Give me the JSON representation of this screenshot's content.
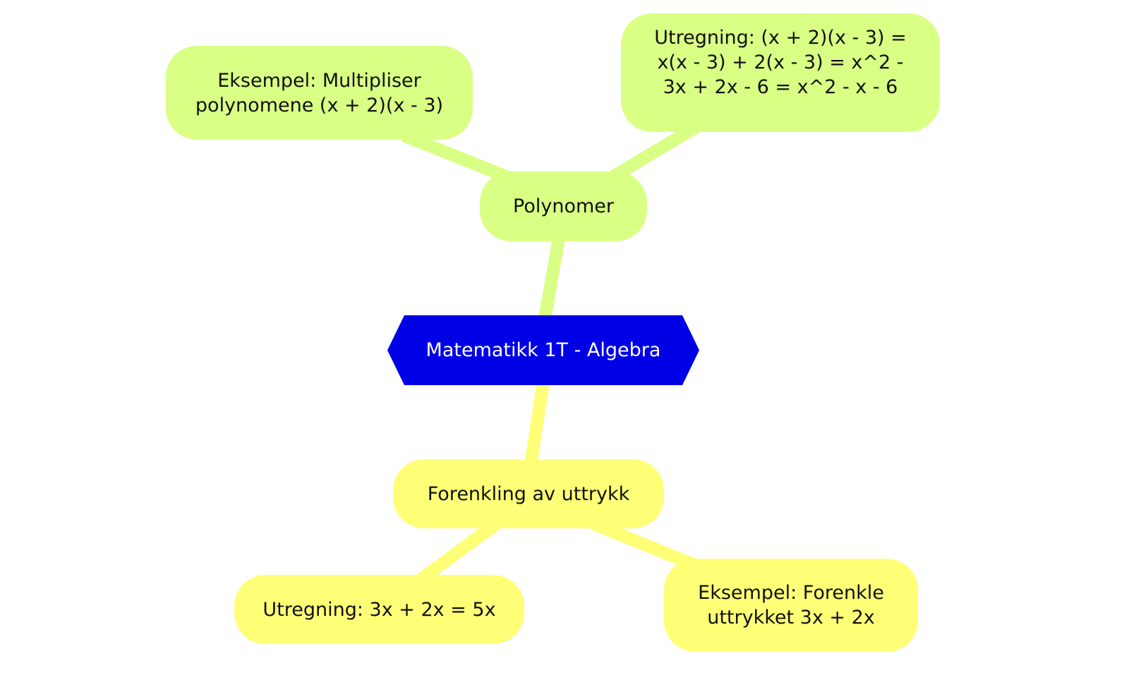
{
  "colors": {
    "center": "#0000e6",
    "branch_polynomer": "#d9ff85",
    "branch_forenkling": "#ffff77"
  },
  "center": {
    "label": "Matematikk 1T - Algebra"
  },
  "branches": [
    {
      "label": "Polynomer",
      "children": [
        {
          "label": "Eksempel: Multipliser polynomene (x + 2)(x - 3)"
        },
        {
          "label": "Utregning: (x + 2)(x - 3) = x(x - 3) + 2(x - 3) = x^2 - 3x + 2x - 6 = x^2 - x - 6"
        }
      ]
    },
    {
      "label": "Forenkling av uttrykk",
      "children": [
        {
          "label": "Utregning: 3x + 2x = 5x"
        },
        {
          "label": "Eksempel: Forenkle uttrykket 3x + 2x"
        }
      ]
    }
  ]
}
